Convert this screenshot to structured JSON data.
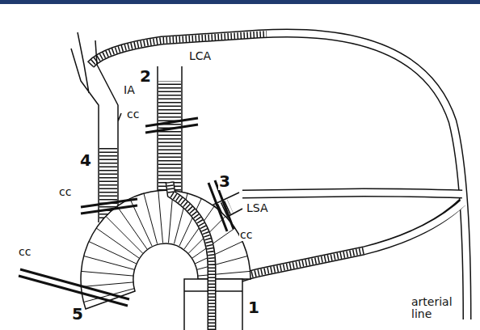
{
  "diagram": {
    "labels": [
      "LCA",
      "2",
      "cc",
      "3",
      "LSA",
      "cc",
      "IA",
      "4",
      "cc",
      "cc",
      "5",
      "1",
      "arterial line"
    ]
  }
}
